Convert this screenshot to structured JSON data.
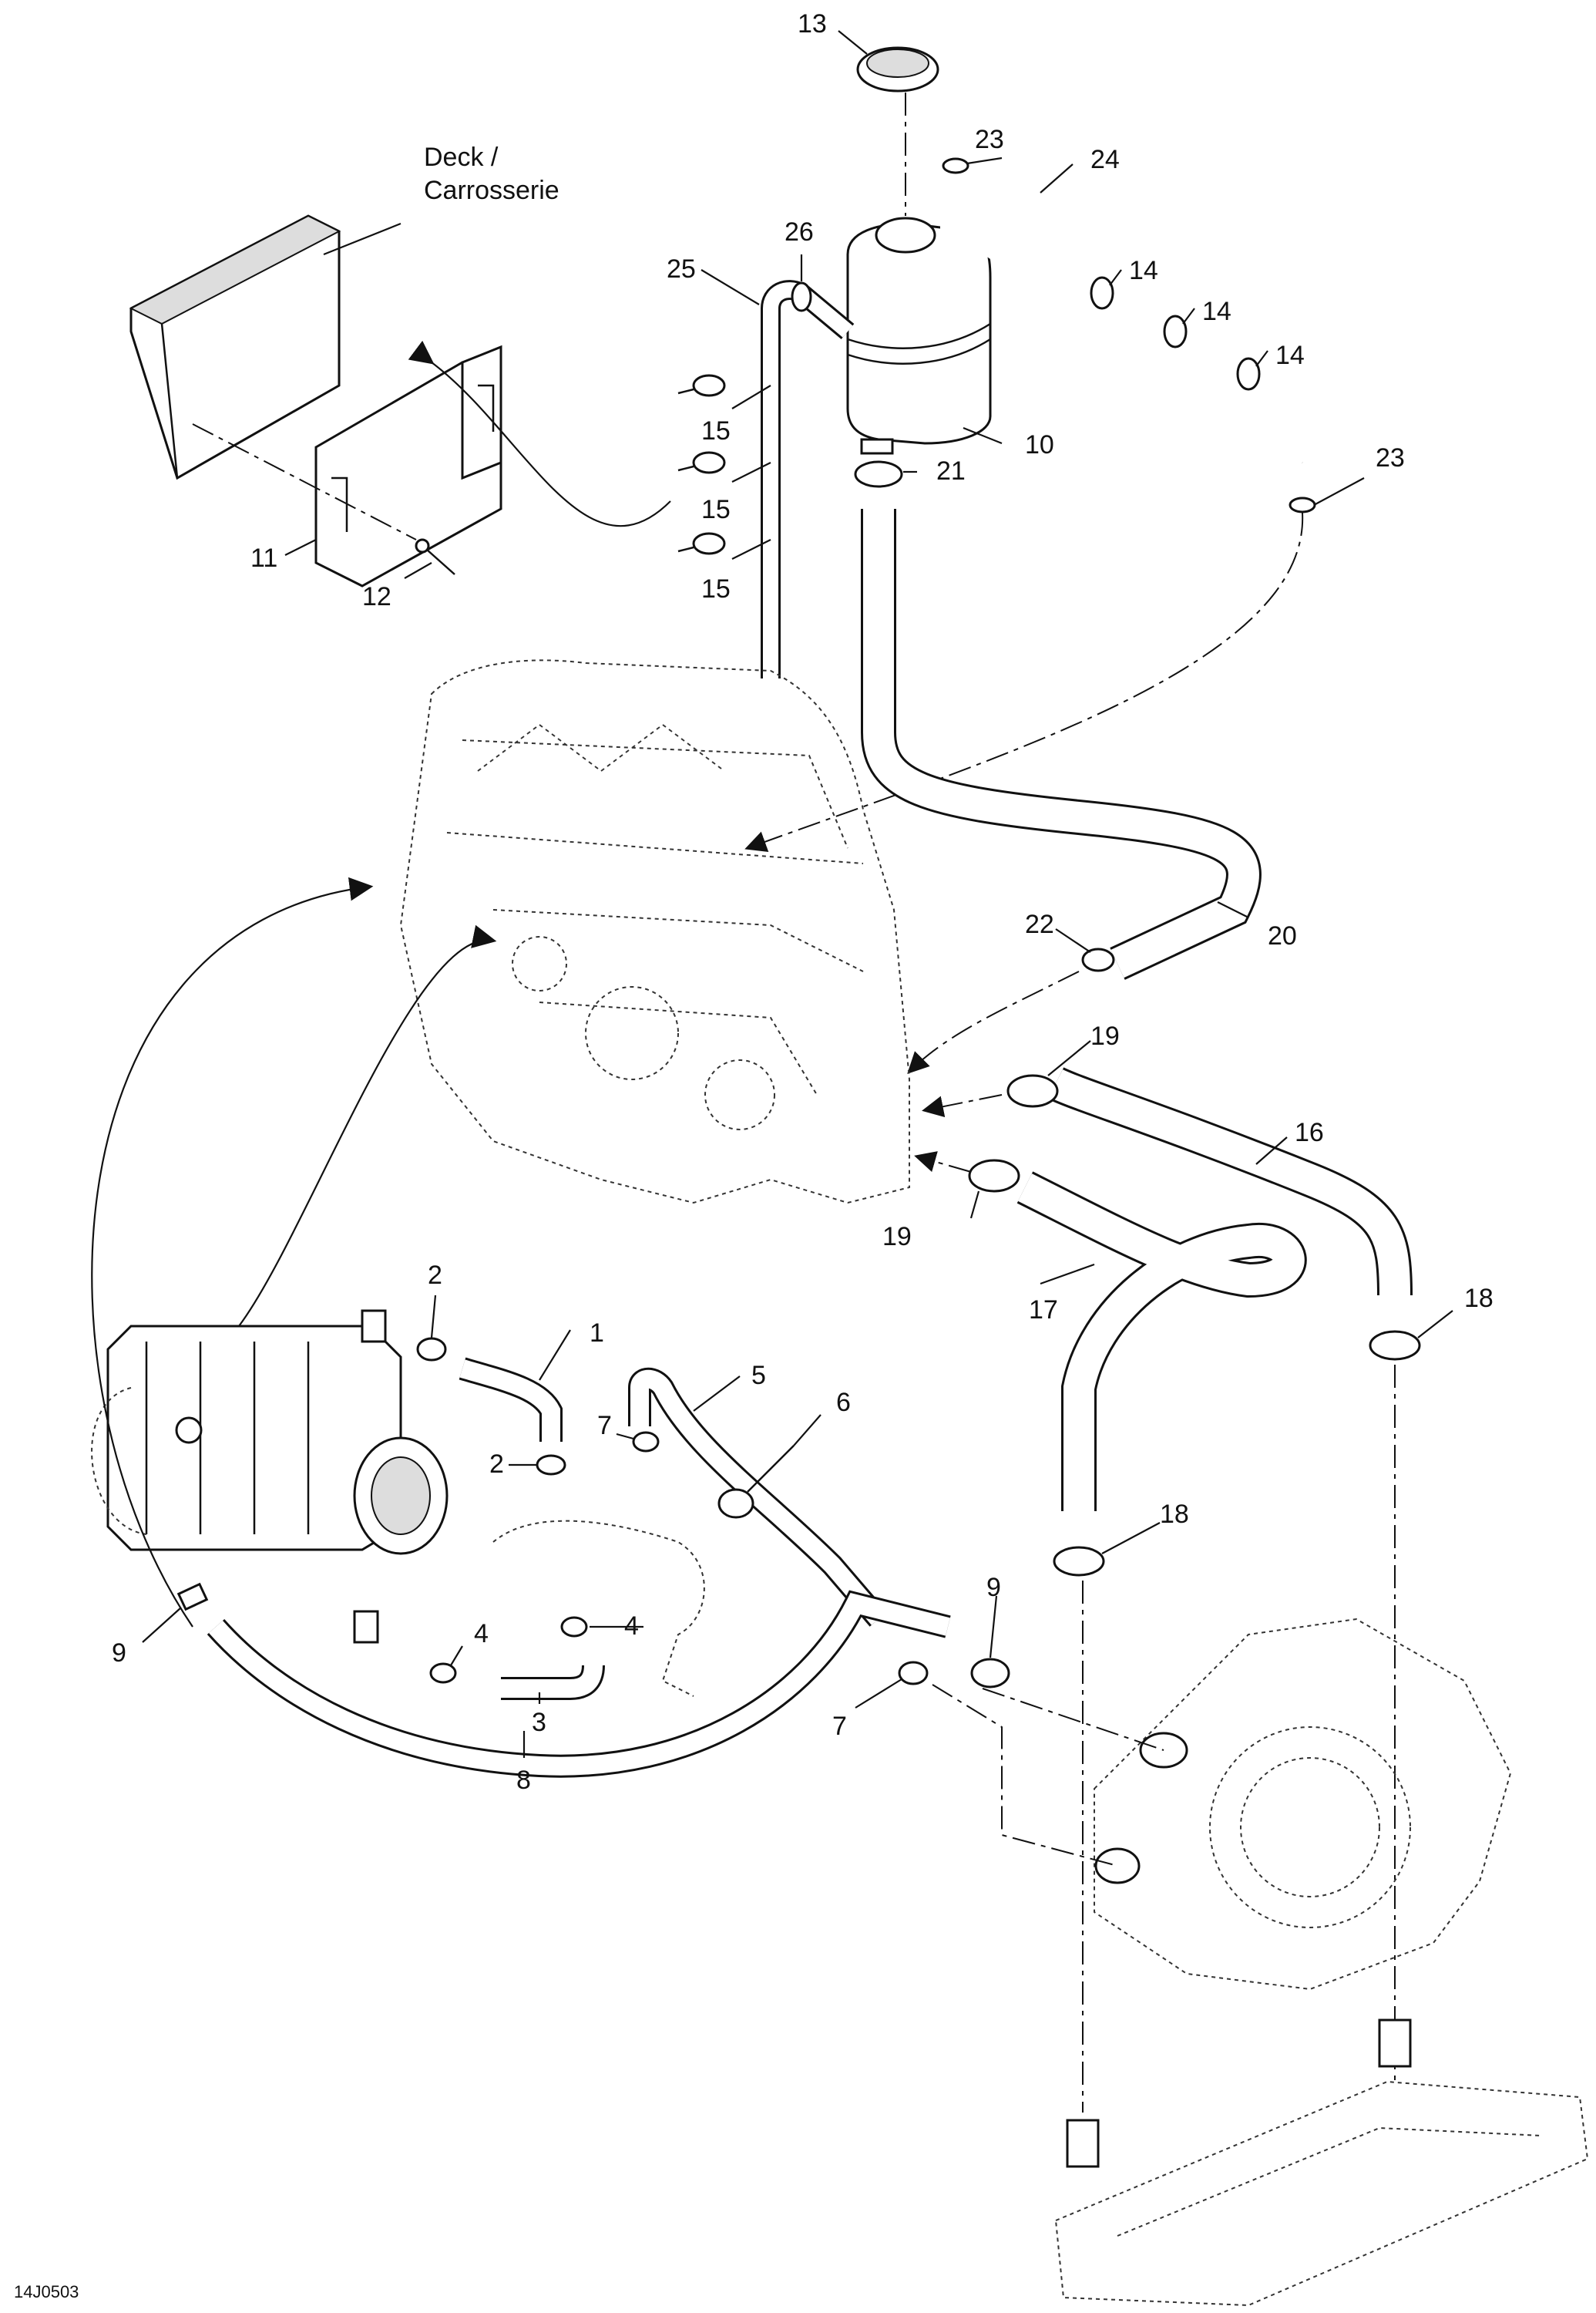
{
  "drawing_code": "14J0503",
  "deck_label_line1": "Deck /",
  "deck_label_line2": "Carrosserie",
  "callouts": {
    "c1": "1",
    "c2a": "2",
    "c2b": "2",
    "c3": "3",
    "c4a": "4",
    "c4b": "4",
    "c5": "5",
    "c6": "6",
    "c7a": "7",
    "c7b": "7",
    "c8": "8",
    "c9a": "9",
    "c9b": "9",
    "c10": "10",
    "c11": "11",
    "c12": "12",
    "c13": "13",
    "c14a": "14",
    "c14b": "14",
    "c14c": "14",
    "c15a": "15",
    "c15b": "15",
    "c15c": "15",
    "c16": "16",
    "c17": "17",
    "c18a": "18",
    "c18b": "18",
    "c19a": "19",
    "c19b": "19",
    "c20": "20",
    "c21": "21",
    "c22": "22",
    "c23a": "23",
    "c23b": "23",
    "c24": "24",
    "c25": "25",
    "c26": "26"
  }
}
